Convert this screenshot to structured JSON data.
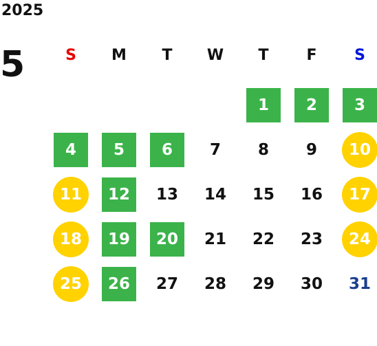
{
  "header": {
    "year": "2025",
    "month": "5"
  },
  "weekdays": [
    {
      "label": "S",
      "color": "#e60000"
    },
    {
      "label": "M",
      "color": "#111111"
    },
    {
      "label": "T",
      "color": "#111111"
    },
    {
      "label": "W",
      "color": "#111111"
    },
    {
      "label": "T",
      "color": "#111111"
    },
    {
      "label": "F",
      "color": "#111111"
    },
    {
      "label": "S",
      "color": "#0015d8"
    }
  ],
  "colors": {
    "green": "#3bb34a",
    "yellow": "#ffd200",
    "blue_text": "#1a3f8f",
    "default_text": "#111111"
  },
  "days": [
    {
      "day": "1",
      "style": "green"
    },
    {
      "day": "2",
      "style": "green"
    },
    {
      "day": "3",
      "style": "green"
    },
    {
      "day": "4",
      "style": "green"
    },
    {
      "day": "5",
      "style": "green"
    },
    {
      "day": "6",
      "style": "green"
    },
    {
      "day": "7",
      "style": "plain"
    },
    {
      "day": "8",
      "style": "plain"
    },
    {
      "day": "9",
      "style": "plain"
    },
    {
      "day": "10",
      "style": "yellow"
    },
    {
      "day": "11",
      "style": "yellow"
    },
    {
      "day": "12",
      "style": "green"
    },
    {
      "day": "13",
      "style": "plain"
    },
    {
      "day": "14",
      "style": "plain"
    },
    {
      "day": "15",
      "style": "plain"
    },
    {
      "day": "16",
      "style": "plain"
    },
    {
      "day": "17",
      "style": "yellow"
    },
    {
      "day": "18",
      "style": "yellow"
    },
    {
      "day": "19",
      "style": "green"
    },
    {
      "day": "20",
      "style": "green"
    },
    {
      "day": "21",
      "style": "plain"
    },
    {
      "day": "22",
      "style": "plain"
    },
    {
      "day": "23",
      "style": "plain"
    },
    {
      "day": "24",
      "style": "yellow"
    },
    {
      "day": "25",
      "style": "yellow"
    },
    {
      "day": "26",
      "style": "green"
    },
    {
      "day": "27",
      "style": "plain"
    },
    {
      "day": "28",
      "style": "plain"
    },
    {
      "day": "29",
      "style": "plain"
    },
    {
      "day": "30",
      "style": "plain"
    },
    {
      "day": "31",
      "style": "blue"
    }
  ]
}
